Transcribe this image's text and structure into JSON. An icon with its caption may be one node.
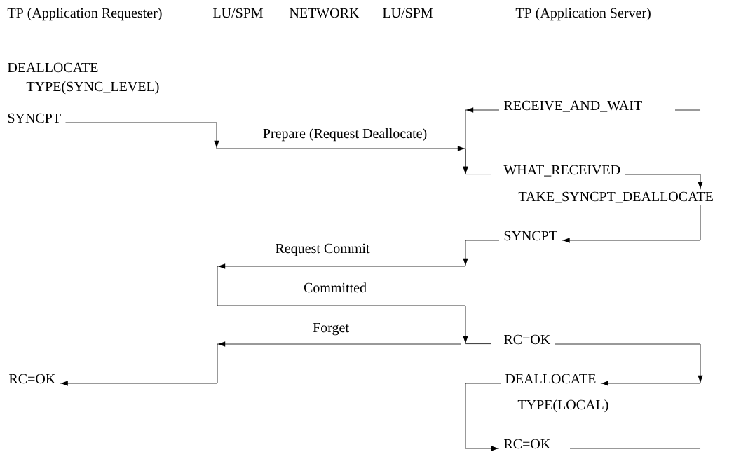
{
  "diagram": {
    "nodes": [
      {
        "text": [
          "SYNCPT"
        ]
      },
      {
        "text": [
          "RECEIVE_AND_WAIT"
        ]
      },
      {
        "text": [
          "WHAT_RECEIVED"
        ]
      },
      {
        "text": [
          "TAKE_SYNCPT_DEALLOCATE"
        ]
      },
      {
        "text": [
          "SYNCPT"
        ]
      },
      {
        "text": [
          "RC=OK"
        ]
      },
      {
        "text": [
          "RC=OK"
        ]
      },
      {
        "text": [
          "DEALLOCATE"
        ],
        "beside": [
          "TYPE(LOCAL)"
        ]
      },
      {
        "text": [
          "RC=OK"
        ]
      }
    ],
    "edges": [
      {
        "from": 0,
        "to": 2,
        "arrow": "to",
        "label": "Prepare (Request Deallocate)"
      },
      {
        "from": 1,
        "to": 2,
        "arrow": "to"
      },
      {
        "from": 2,
        "to": 3,
        "arrow": "to"
      },
      {
        "from": 3,
        "to": 4,
        "arrow": "to"
      },
      {
        "from": 4,
        "to": null,
        "arrow": "to",
        "label": "Request Commit"
      },
      {
        "from": null,
        "to": 5,
        "arrow": "to",
        "label": "Committed"
      },
      {
        "from": 5,
        "to": 6,
        "arrow": "to",
        "label": "Forget"
      },
      {
        "from": 5,
        "to": 7,
        "arrow": "to"
      },
      {
        "from": 7,
        "to": 8,
        "arrow": "to"
      }
    ],
    "labels": [
      "TP (Application Requester)",
      "LU/SPM",
      "NETWORK",
      "LU/SPM",
      "TP (Application Server)",
      "DEALLOCATE",
      "TYPE(SYNC_LEVEL)"
    ]
  }
}
